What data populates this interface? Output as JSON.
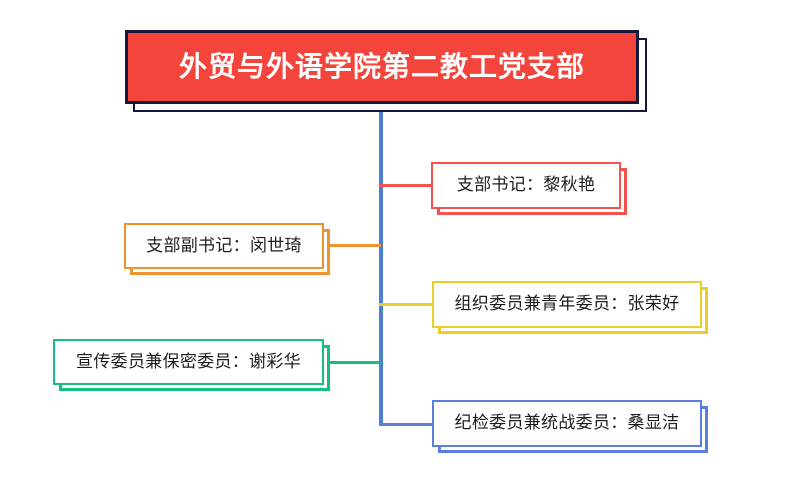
{
  "diagram": {
    "type": "organization-tree",
    "title_node": {
      "label": "外贸与外语学院第二教工党支部",
      "fill_color": "#f4453c",
      "border_color": "#13183c",
      "text_color": "#ffffff"
    },
    "trunk_color": "#4a7fd4",
    "members": [
      {
        "label": "支部书记：黎秋艳",
        "role": "支部书记",
        "name": "黎秋艳",
        "color": "#f4524d",
        "side": "right"
      },
      {
        "label": "支部副书记：闵世琦",
        "role": "支部副书记",
        "name": "闵世琦",
        "color": "#ef9230",
        "side": "left"
      },
      {
        "label": "组织委员兼青年委员：张荣好",
        "role": "组织委员兼青年委员",
        "name": "张荣好",
        "color": "#eccc27",
        "side": "right"
      },
      {
        "label": "宣传委员兼保密委员：谢彩华",
        "role": "宣传委员兼保密委员",
        "name": "谢彩华",
        "color": "#16bf7d",
        "side": "left"
      },
      {
        "label": "纪检委员兼统战委员：桑显洁",
        "role": "纪检委员兼统战委员",
        "name": "桑显洁",
        "color": "#5b7fe0",
        "side": "right"
      }
    ]
  }
}
